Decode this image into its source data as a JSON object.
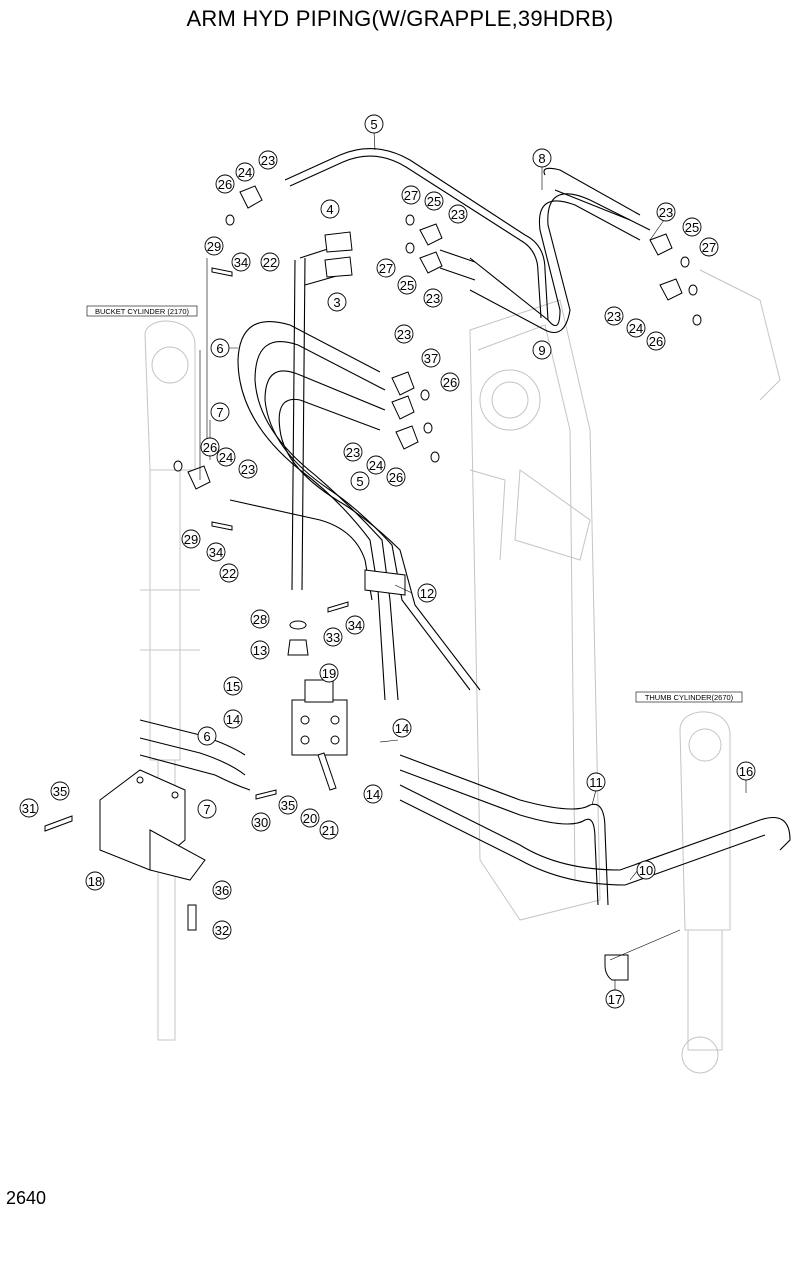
{
  "title": "ARM HYD PIPING(W/GRAPPLE,39HDRB)",
  "page_number": "2640",
  "labels": {
    "bucket_cylinder": "BUCKET CYLINDER (2170)",
    "thumb_cylinder": "THUMB CYLINDER(2670)"
  },
  "callouts": [
    {
      "id": "c-5a",
      "num": "5"
    },
    {
      "id": "c-8",
      "num": "8"
    },
    {
      "id": "c-23a",
      "num": "23"
    },
    {
      "id": "c-24a",
      "num": "24"
    },
    {
      "id": "c-26a",
      "num": "26"
    },
    {
      "id": "c-4",
      "num": "4"
    },
    {
      "id": "c-27a",
      "num": "27"
    },
    {
      "id": "c-25a",
      "num": "25"
    },
    {
      "id": "c-23b",
      "num": "23"
    },
    {
      "id": "c-29a",
      "num": "29"
    },
    {
      "id": "c-34a",
      "num": "34"
    },
    {
      "id": "c-22a",
      "num": "22"
    },
    {
      "id": "c-27b",
      "num": "27"
    },
    {
      "id": "c-25b",
      "num": "25"
    },
    {
      "id": "c-23c",
      "num": "23"
    },
    {
      "id": "c-3",
      "num": "3"
    },
    {
      "id": "c-23d",
      "num": "23"
    },
    {
      "id": "c-25c",
      "num": "25"
    },
    {
      "id": "c-27c",
      "num": "27"
    },
    {
      "id": "c-23e",
      "num": "23"
    },
    {
      "id": "c-24b",
      "num": "24"
    },
    {
      "id": "c-26b",
      "num": "26"
    },
    {
      "id": "c-9",
      "num": "9"
    },
    {
      "id": "c-6a",
      "num": "6"
    },
    {
      "id": "c-23f",
      "num": "23"
    },
    {
      "id": "c-37",
      "num": "37"
    },
    {
      "id": "c-26c",
      "num": "26"
    },
    {
      "id": "c-7a",
      "num": "7"
    },
    {
      "id": "c-23g",
      "num": "23"
    },
    {
      "id": "c-24c",
      "num": "24"
    },
    {
      "id": "c-26d",
      "num": "26"
    },
    {
      "id": "c-5b",
      "num": "5"
    },
    {
      "id": "c-26e",
      "num": "26"
    },
    {
      "id": "c-24d",
      "num": "24"
    },
    {
      "id": "c-23h",
      "num": "23"
    },
    {
      "id": "c-29b",
      "num": "29"
    },
    {
      "id": "c-34b",
      "num": "34"
    },
    {
      "id": "c-22b",
      "num": "22"
    },
    {
      "id": "c-12",
      "num": "12"
    },
    {
      "id": "c-28",
      "num": "28"
    },
    {
      "id": "c-33",
      "num": "33"
    },
    {
      "id": "c-34c",
      "num": "34"
    },
    {
      "id": "c-13",
      "num": "13"
    },
    {
      "id": "c-19",
      "num": "19"
    },
    {
      "id": "c-15",
      "num": "15"
    },
    {
      "id": "c-14a",
      "num": "14"
    },
    {
      "id": "c-14b",
      "num": "14"
    },
    {
      "id": "c-14c",
      "num": "14"
    },
    {
      "id": "c-6b",
      "num": "6"
    },
    {
      "id": "c-7b",
      "num": "7"
    },
    {
      "id": "c-35a",
      "num": "35"
    },
    {
      "id": "c-31",
      "num": "31"
    },
    {
      "id": "c-30",
      "num": "30"
    },
    {
      "id": "c-35b",
      "num": "35"
    },
    {
      "id": "c-20",
      "num": "20"
    },
    {
      "id": "c-21",
      "num": "21"
    },
    {
      "id": "c-11",
      "num": "11"
    },
    {
      "id": "c-16",
      "num": "16"
    },
    {
      "id": "c-10",
      "num": "10"
    },
    {
      "id": "c-18",
      "num": "18"
    },
    {
      "id": "c-36",
      "num": "36"
    },
    {
      "id": "c-32",
      "num": "32"
    },
    {
      "id": "c-17",
      "num": "17"
    }
  ]
}
